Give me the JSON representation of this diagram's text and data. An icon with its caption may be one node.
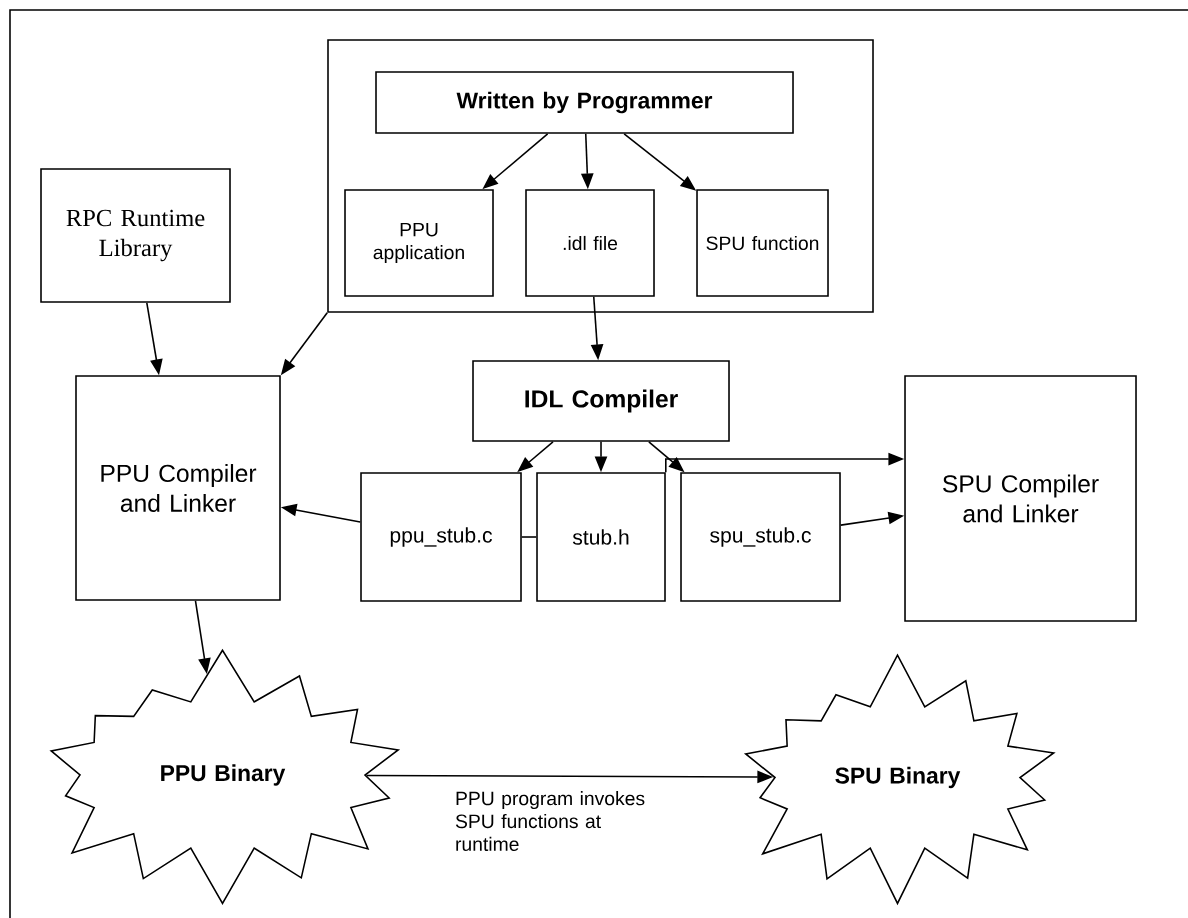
{
  "diagram": {
    "nodes": [
      {
        "text": [],
        "shape": "box"
      },
      {
        "text": [
          "Written by Programmer"
        ],
        "in": 0
      },
      {
        "text": [
          "PPU application"
        ],
        "in": 0
      },
      {
        "text": [
          ".idl file"
        ],
        "in": 0
      },
      {
        "text": [
          "SPU function"
        ],
        "in": 0
      },
      {
        "text": [
          "RPC Runtime Library"
        ]
      },
      {
        "text": [
          "PPU Compiler and Linker"
        ]
      },
      {
        "text": [
          "IDL Compiler"
        ]
      },
      {
        "text": [
          "ppu_stub.c"
        ]
      },
      {
        "text": [
          "stub.h"
        ]
      },
      {
        "text": [
          "spu_stub.c"
        ]
      },
      {
        "text": [
          "SPU Compiler and Linker"
        ]
      },
      {
        "text": [
          "PPU Binary"
        ]
      },
      {
        "text": [
          "SPU Binary"
        ]
      }
    ],
    "edges": [
      {
        "from": 1,
        "to": 2,
        "arrow": "to"
      },
      {
        "from": 1,
        "to": 3,
        "arrow": "to"
      },
      {
        "from": 1,
        "to": 4,
        "arrow": "to"
      },
      {
        "from": 3,
        "to": 7,
        "arrow": "to"
      },
      {
        "from": 5,
        "to": 6,
        "arrow": "to"
      },
      {
        "from": 0,
        "to": 6,
        "arrow": "to"
      },
      {
        "from": 7,
        "to": 8,
        "arrow": "to"
      },
      {
        "from": 7,
        "to": 9,
        "arrow": "to"
      },
      {
        "from": 7,
        "to": 10,
        "arrow": "to"
      },
      {
        "from": 8,
        "to": 6,
        "arrow": "to"
      },
      {
        "from": 8,
        "to": 9,
        "arrow": "none"
      },
      {
        "from": 9,
        "to": 11,
        "arrow": "to"
      },
      {
        "from": 10,
        "to": 11,
        "arrow": "to"
      },
      {
        "from": 6,
        "to": 12,
        "arrow": "to"
      },
      {
        "from": 12,
        "to": 13,
        "arrow": "to",
        "label": "PPU program invokes SPU functions at runtime"
      }
    ]
  }
}
